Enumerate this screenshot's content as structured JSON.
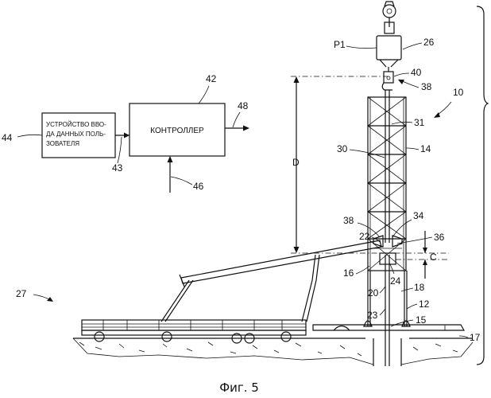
{
  "figure": {
    "caption": "Фиг. 5"
  },
  "block_diagram": {
    "user_input_device": {
      "lines": [
        "УСТРОЙСТВО ВВО-",
        "ДА ДАННЫХ ПОЛЬ-",
        "ЗОВАТЕЛЯ"
      ],
      "ref": "44",
      "link_ref": "43"
    },
    "controller": {
      "label": "КОНТРОЛЛЕР",
      "ref": "42",
      "output_ref": "48",
      "input_ref": "46"
    }
  },
  "rig": {
    "refs": {
      "system": "10",
      "hoist": "26",
      "hoist_label": "P1",
      "hook_a": "40",
      "hook_b": "38",
      "mast_inner": "31",
      "mast": "14",
      "tubular": "30",
      "lower_guide": "38",
      "clamp": "34",
      "ramp_end": "22",
      "tong": "36",
      "gap_label": "C",
      "height_label": "D",
      "base_pipe": "16",
      "pipe_b": "24",
      "pipe_c": "20",
      "pipe_d": "18",
      "ground_pipe": "23",
      "frame": "12",
      "floor": "15",
      "ground": "17",
      "trailer": "27"
    }
  }
}
